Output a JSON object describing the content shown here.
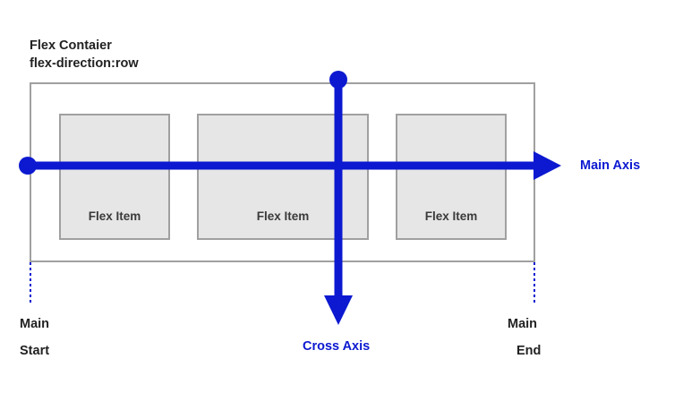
{
  "diagram": {
    "title_line_1": "Flex Contaier",
    "title_line_2": "flex-direction:row",
    "colors": {
      "axis_blue": "#0c19d0",
      "item_fill": "#e6e6e6",
      "item_border": "#a0a0a0",
      "container_border": "#a0a0a0",
      "text_dark": "#222222"
    },
    "container": {
      "name": "flex-container",
      "items": [
        {
          "label": "Flex Item"
        },
        {
          "label": "Flex Item"
        },
        {
          "label": "Flex Item"
        }
      ]
    },
    "axes": {
      "main": {
        "label": "Main Axis",
        "direction": "horizontal-right",
        "start_marker": "dot",
        "end_marker": "arrow"
      },
      "cross": {
        "label": "Cross Axis",
        "direction": "vertical-down",
        "start_marker": "dot",
        "end_marker": "arrow"
      }
    },
    "endpoints": {
      "main_start_line_1": "Main",
      "main_start_line_2": "Start",
      "main_end_line_1": "Main",
      "main_end_line_2": "End"
    }
  }
}
